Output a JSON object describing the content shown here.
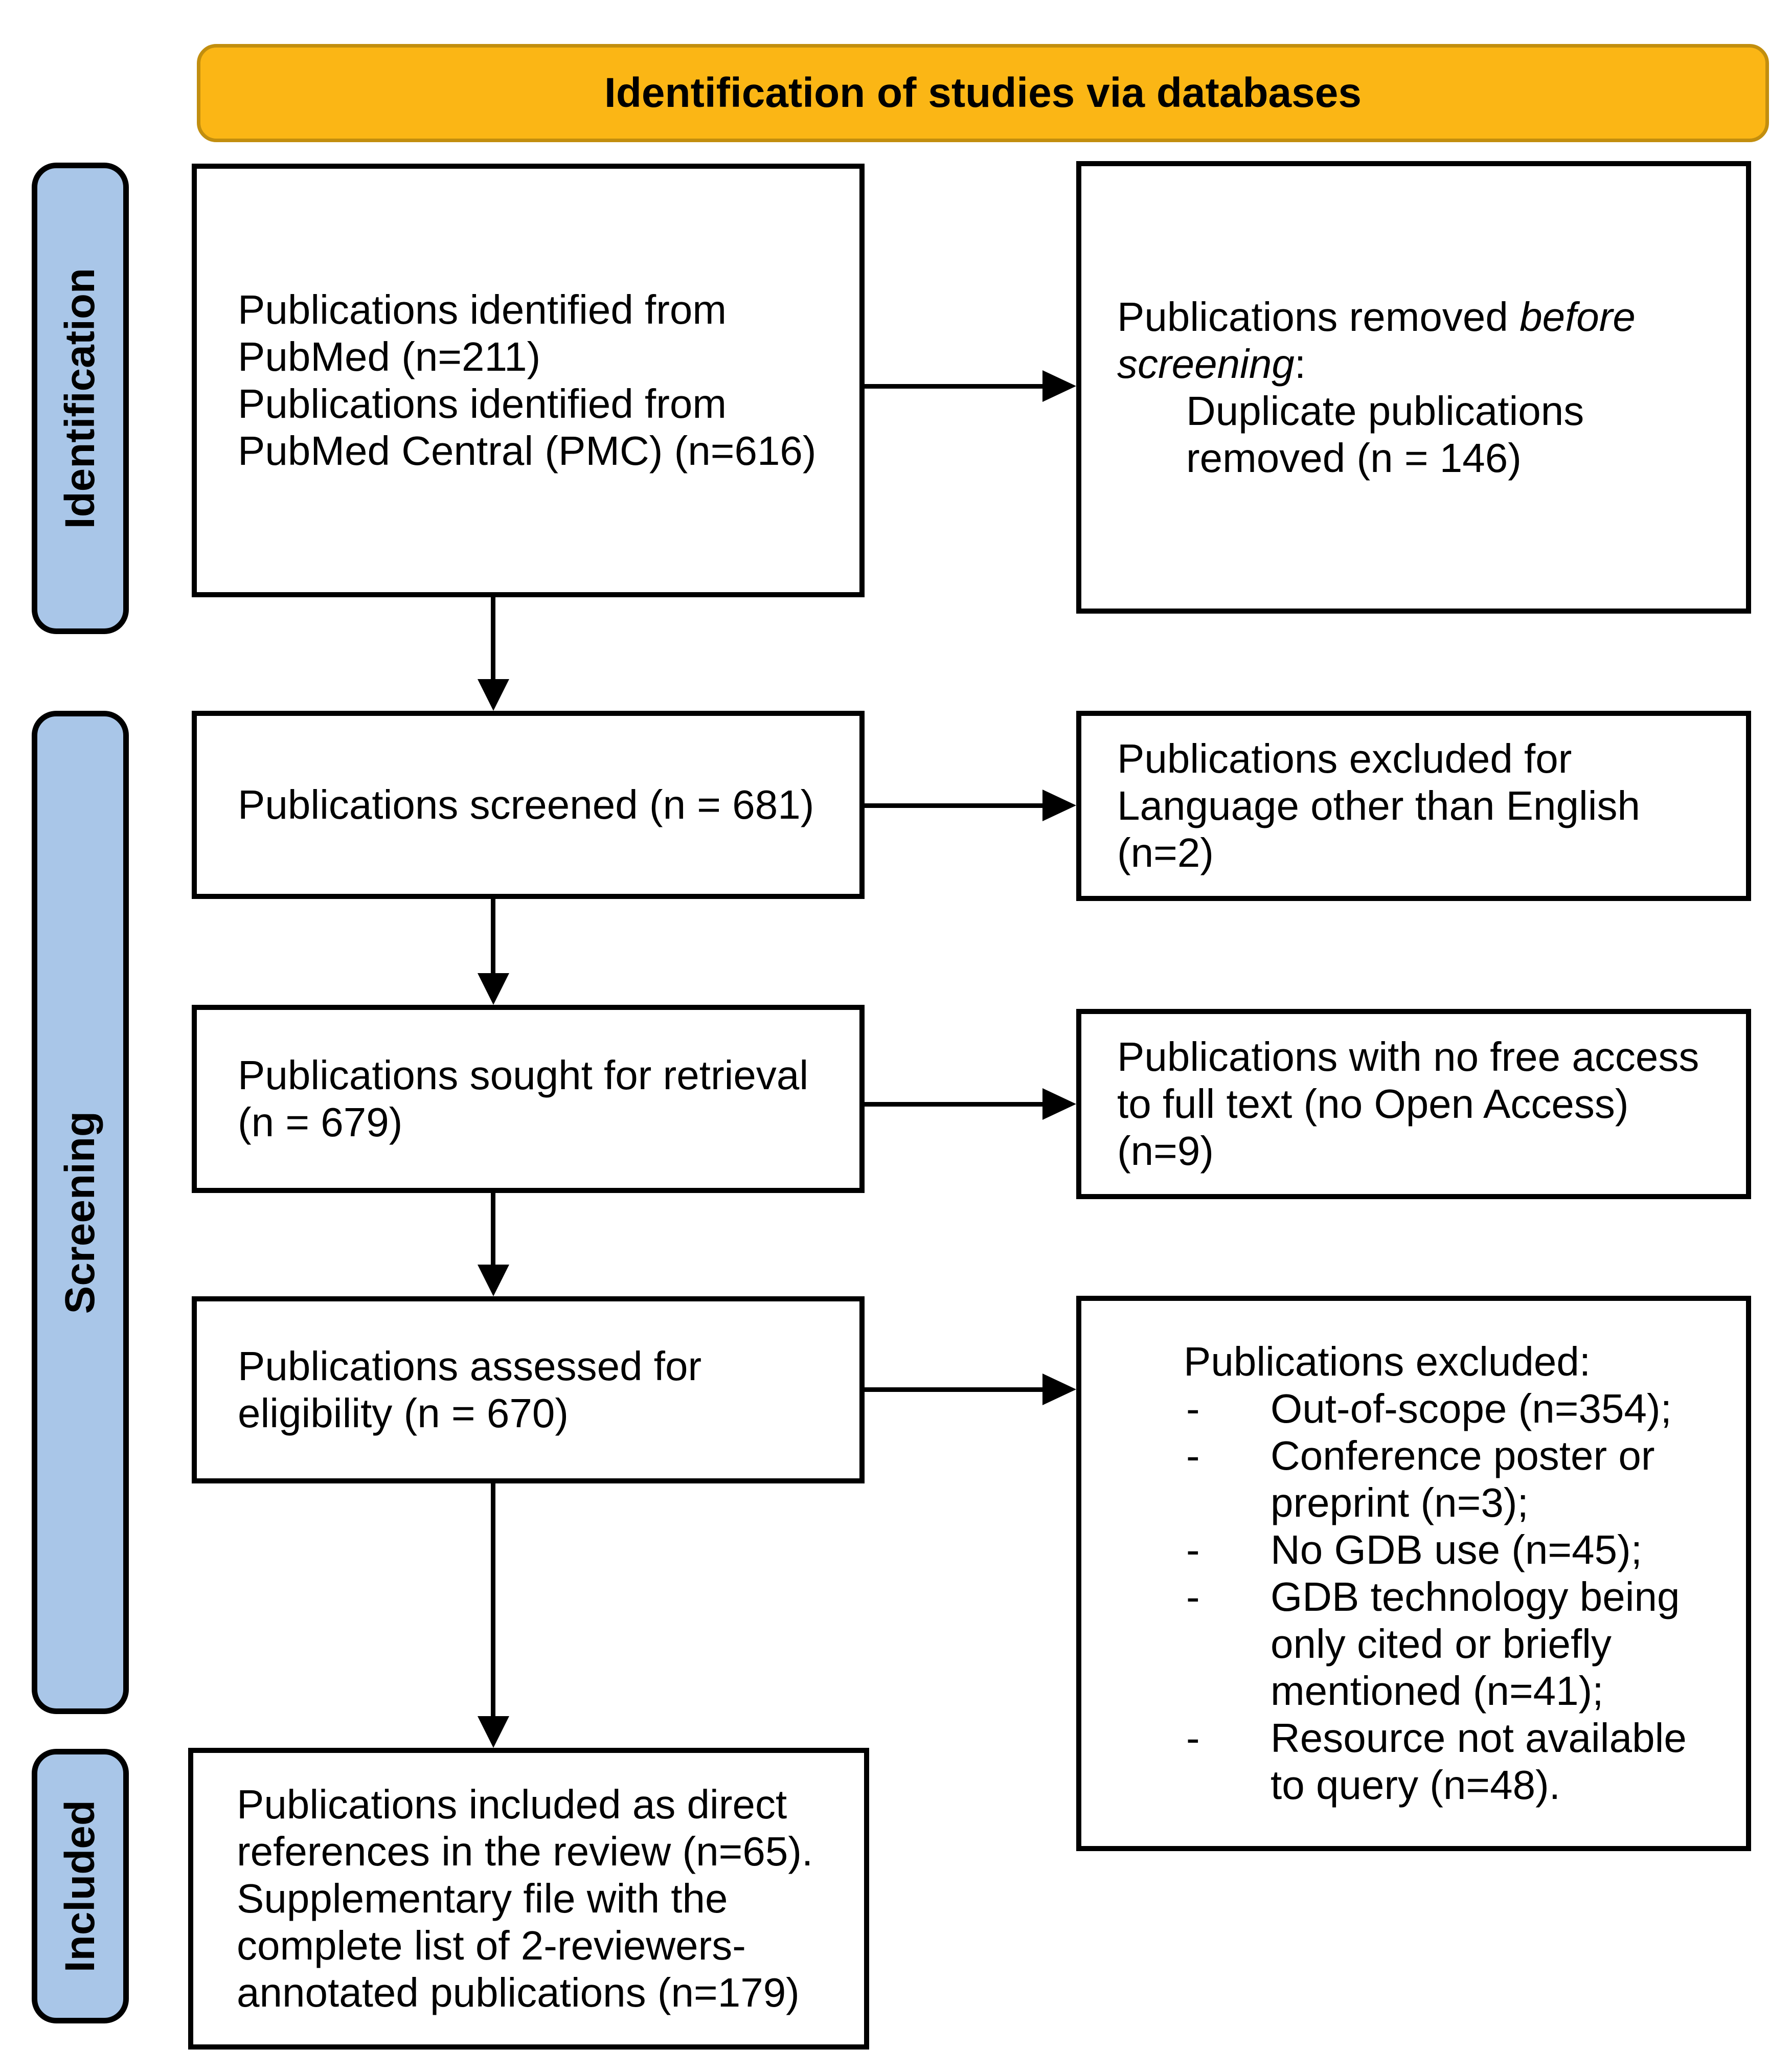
{
  "title": "Identification of studies via databases",
  "stages": [
    {
      "label": "Identification"
    },
    {
      "label": "Screening"
    },
    {
      "label": "Included"
    }
  ],
  "boxes": {
    "identified": {
      "lines": [
        "Publications identified from",
        "PubMed (n=211)",
        "Publications identified from",
        "PubMed Central (PMC) (n=616)"
      ]
    },
    "removed_before_screening": {
      "lines": [
        {
          "indent": false,
          "segments": [
            {
              "text": "Publications removed "
            },
            {
              "text": "before",
              "italic": true
            }
          ]
        },
        {
          "indent": false,
          "segments": [
            {
              "text": "screening",
              "italic": true
            },
            {
              "text": ":"
            }
          ]
        },
        {
          "indent": true,
          "segments": [
            {
              "text": "Duplicate publications"
            }
          ]
        },
        {
          "indent": true,
          "segments": [
            {
              "text": "removed (n = 146)"
            }
          ]
        }
      ]
    },
    "screened": {
      "lines": [
        "Publications screened (n = 681)"
      ]
    },
    "excluded_language": {
      "lines": [
        "Publications excluded for",
        "Language other than English",
        "(n=2)"
      ]
    },
    "sought": {
      "lines": [
        "Publications sought for retrieval",
        "(n = 679)"
      ]
    },
    "no_free_access": {
      "lines": [
        "Publications with no free access",
        "to full text (no Open Access)",
        "(n=9)"
      ]
    },
    "assessed": {
      "lines": [
        "Publications assessed for",
        "eligibility (n = 670)"
      ]
    },
    "excluded": {
      "header": "Publications excluded:",
      "bullet": "-",
      "items": [
        "Out-of-scope (n=354);",
        "Conference poster or preprint (n=3);",
        "No GDB use (n=45);",
        "GDB technology being only cited or briefly mentioned (n=41);",
        "Resource not available to query (n=48)."
      ]
    },
    "included": {
      "lines": [
        "Publications included as direct",
        "references in the review (n=65).",
        "Supplementary file with the",
        "complete list of 2-reviewers-",
        "annotated publications (n=179)"
      ]
    }
  },
  "colors": {
    "banner_fill": "#FBB615",
    "banner_border": "#C28E0E",
    "stage_fill": "#A9C6E8",
    "line": "#000000"
  }
}
